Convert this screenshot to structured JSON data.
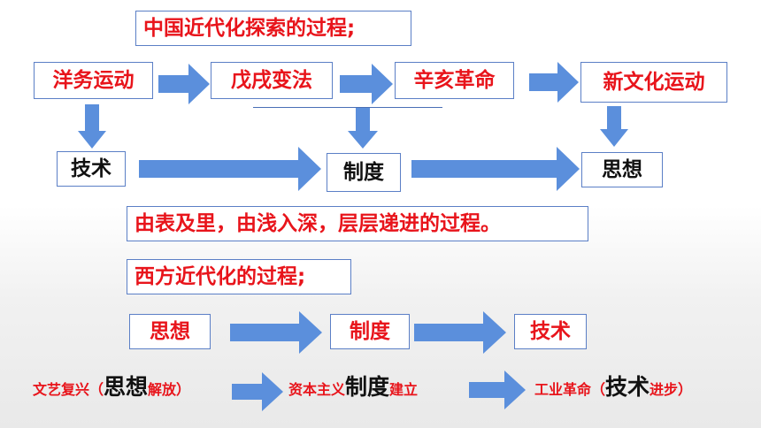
{
  "china_title": "中国近代化探索的过程;",
  "china_movements": [
    "洋务运动",
    "戊戌变法",
    "辛亥革命",
    "新文化运动"
  ],
  "china_aspects": [
    "技术",
    "制度",
    "思想"
  ],
  "summary": "由表及里，由浅入深，层层递进的过程。",
  "west_title": "西方近代化的过程;",
  "west_aspects": [
    "思想",
    "制度",
    "技术"
  ],
  "bottom": {
    "renaissance": {
      "pre": "文艺复兴（",
      "key": "思想",
      "post": "解放）"
    },
    "capitalism": {
      "pre": "资本主义",
      "key": "制度",
      "post": "建立"
    },
    "industrial": {
      "pre": "工业革命（",
      "key": "技术",
      "post": "进步）"
    }
  },
  "colors": {
    "text_red": "#e8141b",
    "arrow_blue": "#5b8fdc",
    "box_border": "#5b7fc6"
  }
}
